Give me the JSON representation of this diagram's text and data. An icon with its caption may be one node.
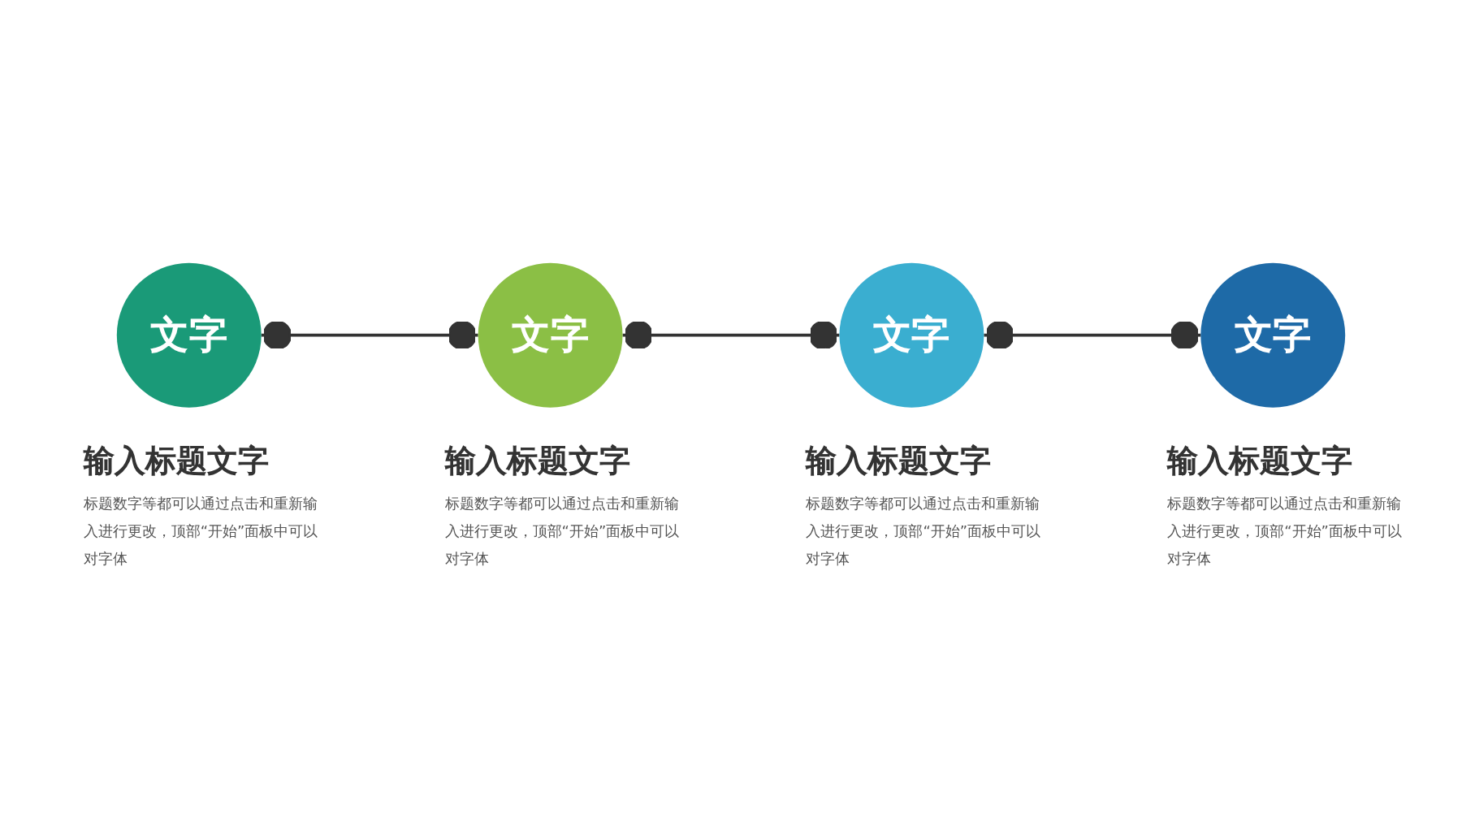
{
  "diagram": {
    "nodes": [
      {
        "text": [
          "文字"
        ],
        "beside": [
          "输入标题文字",
          "标题数字等都可以通过点击和重新输入进行更改，顶部“开始”面板中可以对字体"
        ]
      },
      {
        "text": [
          "文字"
        ],
        "beside": [
          "输入标题文字",
          "标题数字等都可以通过点击和重新输入进行更改，顶部“开始”面板中可以对字体"
        ]
      },
      {
        "text": [
          "文字"
        ],
        "beside": [
          "输入标题文字",
          "标题数字等都可以通过点击和重新输入进行更改，顶部“开始”面板中可以对字体"
        ]
      },
      {
        "text": [
          "文字"
        ],
        "beside": [
          "输入标题文字",
          "标题数字等都可以通过点击和重新输入进行更改，顶部“开始”面板中可以对字体"
        ]
      }
    ],
    "edges": [
      {
        "from": 0,
        "to": 1,
        "arrow": "other"
      },
      {
        "from": 1,
        "to": 2,
        "arrow": "other"
      },
      {
        "from": 2,
        "to": 3,
        "arrow": "other"
      }
    ]
  }
}
